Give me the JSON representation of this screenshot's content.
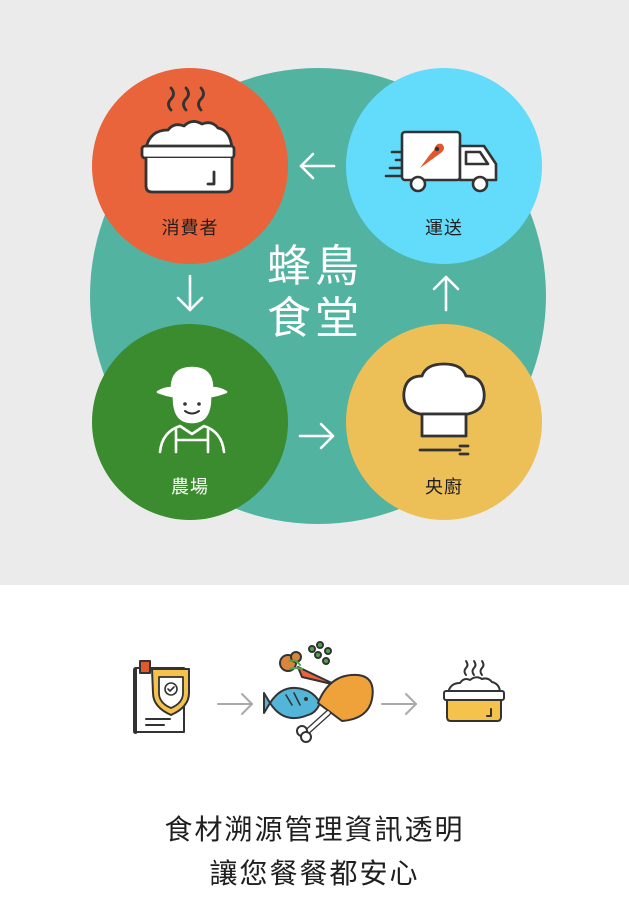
{
  "diagram": {
    "center_title_line1": "蜂鳥",
    "center_title_line2": "食堂",
    "nodes": {
      "consumer": "消費者",
      "delivery": "運送",
      "farm": "農場",
      "kitchen": "央廚"
    },
    "icons": {
      "consumer": "rice-bowl-icon",
      "delivery": "delivery-truck-icon",
      "farm": "farmer-icon",
      "kitchen": "chef-hat-icon"
    },
    "colors": {
      "background_top": "#ebebeb",
      "center_circle": "#52b3a1",
      "consumer": "#e9643a",
      "delivery": "#63dbfb",
      "farm": "#3b8b2f",
      "kitchen": "#edbf57"
    }
  },
  "flow": {
    "icons": [
      "certificate-icon",
      "ingredients-icon",
      "meal-box-icon"
    ]
  },
  "slogan": {
    "line1": "食材溯源管理資訊透明",
    "line2": "讓您餐餐都安心"
  }
}
